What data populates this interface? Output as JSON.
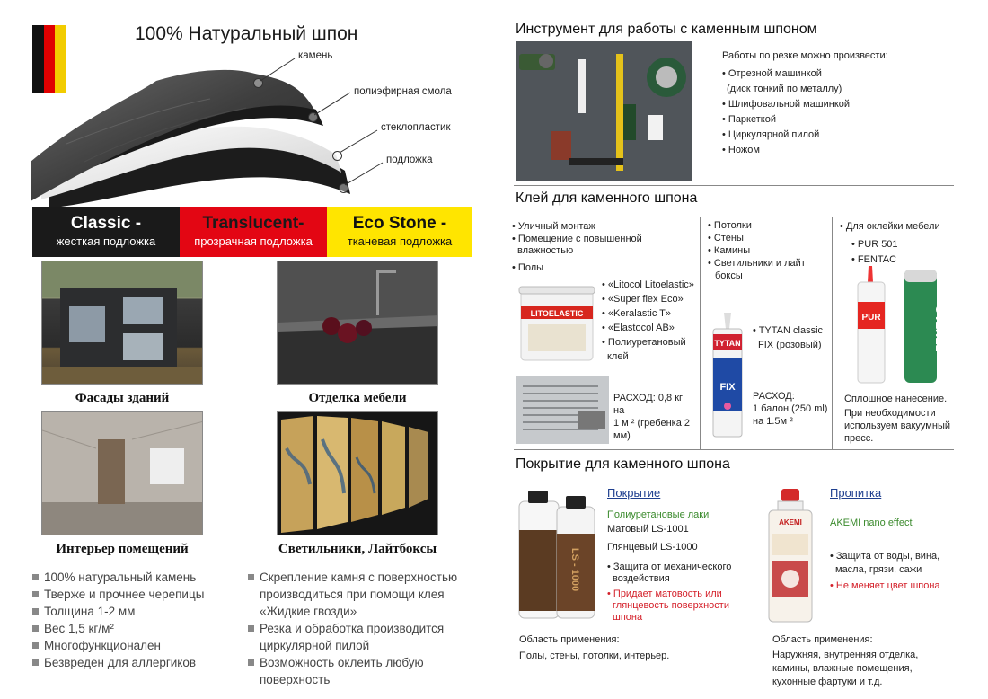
{
  "left": {
    "title": "100% Натуральный шпон",
    "flag_colors": [
      "#111111",
      "#e00000",
      "#f2cc00"
    ],
    "layers": [
      "камень",
      "полиэфирная смола",
      "стеклопластик",
      "подложка"
    ],
    "variants": [
      {
        "name": "Classic -",
        "desc": "жесткая подложка",
        "bg": "#1a1a1a",
        "fg": "#ffffff"
      },
      {
        "name": "Translucent-",
        "desc": "прозрачная подложка",
        "bg": "#e30613",
        "fg": "#ffffff"
      },
      {
        "name": "Eco Stone -",
        "desc": "тканевая подложка",
        "bg": "#ffe500",
        "fg": "#111111"
      }
    ],
    "photos": [
      "Фасады зданий",
      "Отделка мебели",
      "Интерьер помещений",
      "Светильники, Лайтбоксы"
    ],
    "features_left": [
      "100% натуральный камень",
      "Тверже и прочнее черепицы",
      "Толщина 1-2 мм",
      "Вес 1,5 кг/м²",
      "Многофункционален",
      "Безвреден для аллергиков"
    ],
    "features_right": [
      "Скрепление камня с поверхностью производиться при помощи клея «Жидкие гвозди»",
      "Резка и обработка производится циркулярной пилой",
      "Возможность оклеить любую поверхность"
    ]
  },
  "tools": {
    "title": "Инструмент для работы с каменным шпоном",
    "intro": "Работы по резке можно произвести:",
    "items": [
      "• Отрезной машинкой",
      "(диск тонкий по металлу)",
      "• Шлифовальной машинкой",
      "• Паркеткой",
      "• Циркулярной пилой",
      "• Ножом"
    ]
  },
  "glue": {
    "title": "Клей для каменного шпона",
    "col1": {
      "uses": [
        "• Уличный монтаж",
        "• Помещение с повышенной",
        "влажностью",
        "• Полы"
      ],
      "products": [
        "• «Litocol Litoelastic»",
        "• «Super flex Eco»",
        "• «Keralastic T»",
        "• «Elastocol AB»",
        "• Полиуретановый",
        "клей"
      ],
      "usage": [
        "РАСХОД: 0,8 кг на",
        "1 м ²  (гребенка 2",
        "мм)"
      ],
      "bucket_label": "LITOELASTIC"
    },
    "col2": {
      "uses": [
        "• Потолки",
        "• Стены",
        "• Камины",
        "• Светильники и лайт",
        "боксы"
      ],
      "products": [
        "• TYTAN classic",
        "FIX (розовый)"
      ],
      "usage": [
        "РАСХОД:",
        "1 балон (250 ml)",
        "на 1.5м ²"
      ],
      "tube_brand": "TYTAN",
      "tube_name": "FIX"
    },
    "col3": {
      "uses": [
        "• Для оклейки мебели"
      ],
      "products": [
        "• PUR 501",
        "• FENTAC"
      ],
      "usage": [
        "Сплошное нанесение.",
        "При необходимости",
        "используем вакуумный",
        "пресс."
      ],
      "bottle1": "PUR",
      "bottle2": "FENTAC"
    }
  },
  "coating": {
    "title": "Покрытие для каменного шпона",
    "col1": {
      "heading": "Покрытие",
      "subheading": "Полиуретановые лаки",
      "variants": [
        "Матовый   LS-1001",
        "Глянцевый   LS-1000"
      ],
      "benefits": [
        "• Защита от механического",
        "воздействия"
      ],
      "benefits_red": [
        "• Придает матовость или",
        "глянцевость поверхности",
        "шпона"
      ],
      "area_label": "Область применения:",
      "area": "Полы, стены, потолки, интерьер.",
      "bottle_label": "LS - 1000"
    },
    "col2": {
      "heading": "Пропитка",
      "subheading": "AKEMI nano effect",
      "benefits": [
        "• Защита от воды, вина,",
        "масла, грязи, сажи"
      ],
      "benefits_red": [
        "• Не меняет цвет шпона"
      ],
      "area_label": "Область применения:",
      "area": [
        "Наружняя, внутренняя отделка,",
        "камины, влажные помещения,",
        "кухонные фартуки и т.д."
      ],
      "bottle_label": "AKEMI"
    }
  }
}
